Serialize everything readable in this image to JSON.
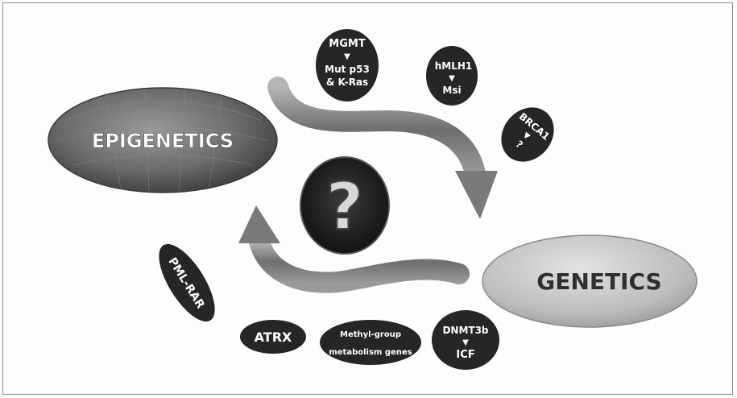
{
  "epigenetics_label": "EPIGENETICS",
  "genetics_label": "GENETICS",
  "question_mark": "?",
  "arrow_glyph": "▼",
  "nodes": {
    "mgmt": {
      "top": "MGMT",
      "bottom1": "Mut p53",
      "bottom2": "& K-Ras"
    },
    "hmlh1": {
      "top": "hMLH1",
      "bottom": "Msi"
    },
    "brca1": {
      "top": "BRCA1",
      "bottom": "?"
    },
    "pml_rar": {
      "label": "PML-RAR"
    },
    "atrx": {
      "label": "ATRX"
    },
    "methyl": {
      "line1": "Methyl-group",
      "line2": "metabolism genes"
    },
    "dnmt3b": {
      "top": "DNMT3b",
      "bottom": "ICF"
    }
  },
  "colors": {
    "dark_node": "#262626",
    "node_text": "#ffffff",
    "epigenetics_fill": "#6a6a6a",
    "genetics_fill": "#bdbdbd",
    "genetics_text": "#2f2f2f",
    "arrow": "#8c8c8c"
  }
}
